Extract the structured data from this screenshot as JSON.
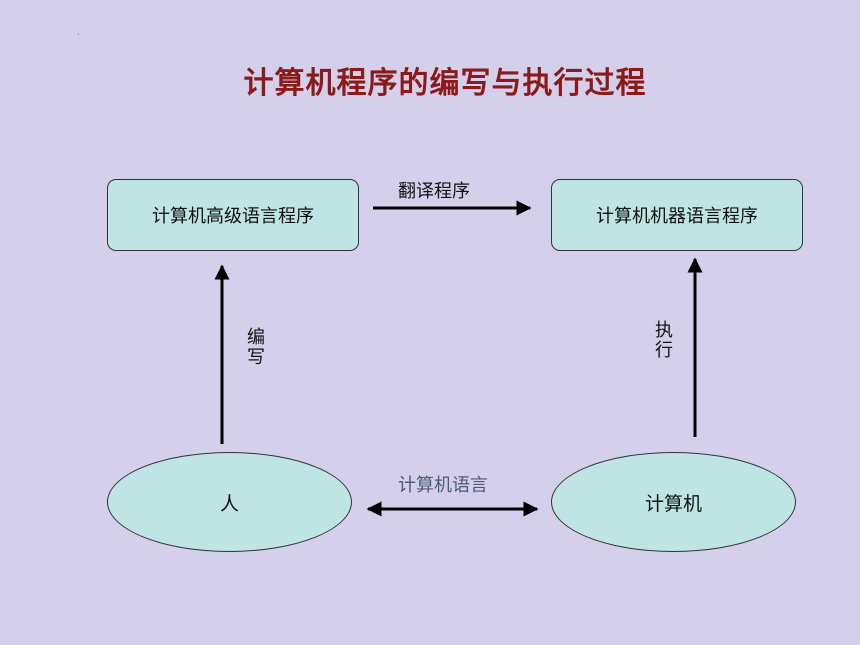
{
  "slide": {
    "title": "计算机程序的编写与执行过程",
    "dot": "·"
  },
  "diagram": {
    "nodes": {
      "high_level": "计算机高级语言程序",
      "machine": "计算机机器语言程序",
      "person": "人",
      "computer": "计算机"
    },
    "edges": {
      "translate": "翻译程序",
      "write": "编写",
      "execute": "执行",
      "computer_language": "计算机语言"
    }
  },
  "colors": {
    "background": "#d4d0ec",
    "title": "#8b1a1a",
    "node_fill": "#bfe4e4"
  }
}
